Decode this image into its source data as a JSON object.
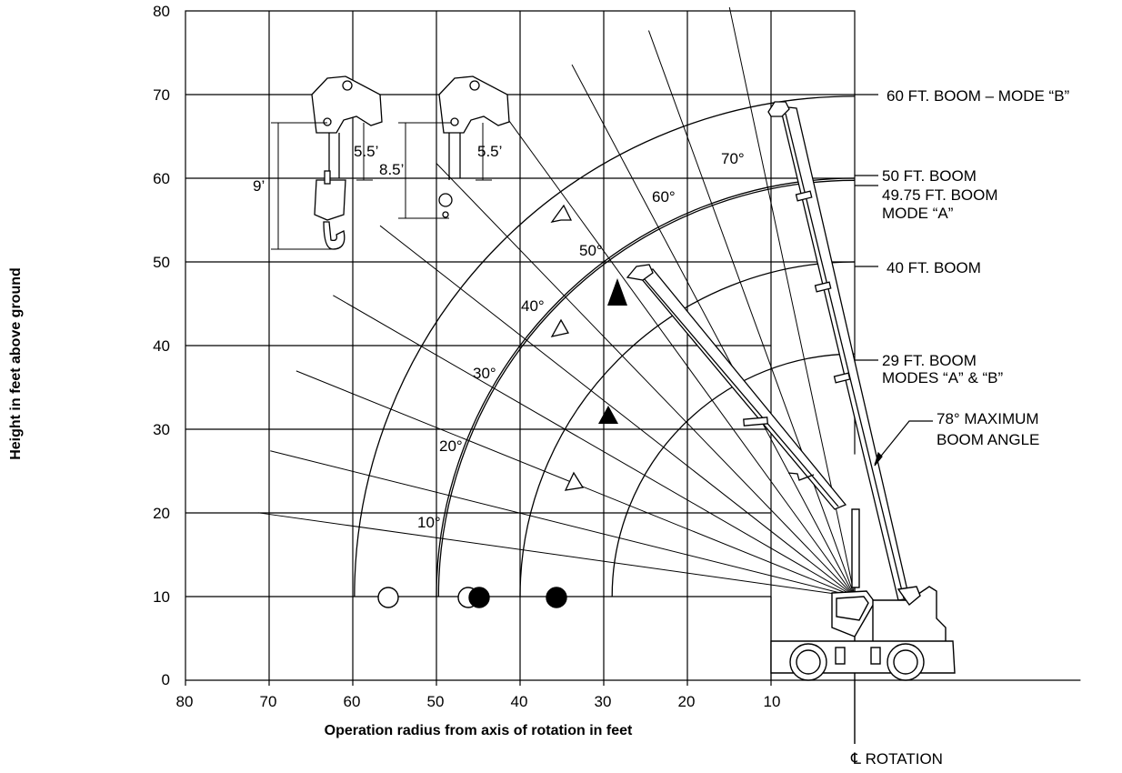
{
  "chart_data": {
    "type": "diagram",
    "x_axis": {
      "label": "Operation radius from axis of rotation in feet",
      "ticks": [
        "80",
        "70",
        "60",
        "50",
        "40",
        "30",
        "20",
        "10"
      ],
      "range": [
        80,
        0
      ]
    },
    "y_axis": {
      "label": "Height in feet above ground",
      "ticks": [
        "0",
        "10",
        "20",
        "30",
        "40",
        "50",
        "60",
        "70",
        "80"
      ],
      "range": [
        0,
        80
      ]
    },
    "boom_labels": [
      {
        "text": "60 FT. BOOM – MODE “B”"
      },
      {
        "text": "50 FT. BOOM"
      },
      {
        "text": "49.75 FT. BOOM"
      },
      {
        "text": "MODE “A”"
      },
      {
        "text": "40 FT. BOOM"
      },
      {
        "text": "29 FT. BOOM"
      },
      {
        "text": "MODES “A” & “B”"
      },
      {
        "text": "78° MAXIMUM"
      },
      {
        "text": "BOOM ANGLE"
      }
    ],
    "rotation_label": "℄ ROTATION",
    "boom_angles": [
      "10°",
      "20°",
      "30°",
      "40°",
      "50°",
      "60°",
      "70°"
    ],
    "hook_dimensions": [
      "9’",
      "5.5’",
      "8.5’",
      "5.5’"
    ],
    "boom_arcs": [
      {
        "boom": "60 FT. BOOM – MODE “B”",
        "radius_ft": 59.8
      },
      {
        "boom": "50 FT. BOOM",
        "radius_ft": 50.0
      },
      {
        "boom": "49.75 FT. BOOM MODE “A”",
        "radius_ft": 49.75
      },
      {
        "boom": "40 FT. BOOM",
        "radius_ft": 40.0
      },
      {
        "boom": "29 FT. BOOM MODES “A” & “B”",
        "radius_ft": 29.0
      }
    ]
  }
}
